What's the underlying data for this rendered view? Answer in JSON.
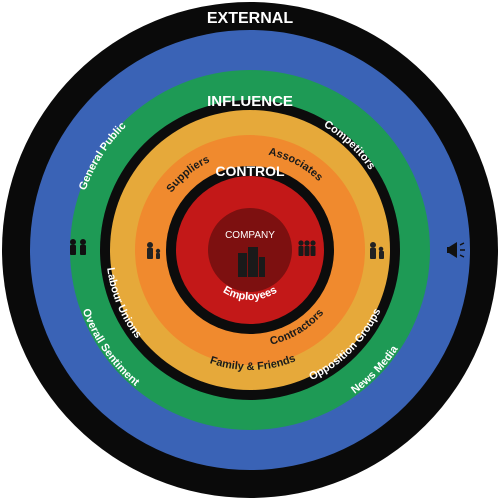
{
  "colors": {
    "external": "#0a0a0a",
    "outer_blue": "#3a63b6",
    "green": "#1e9a55",
    "influence_black": "#0c0c0c",
    "gold": "#e6a93a",
    "orange": "#f08a2e",
    "control_black": "#0c0c0c",
    "red": "#c31818",
    "core": "#7d1010"
  },
  "rings": {
    "external_title": "EXTERNAL",
    "influence_title": "INFLUENCE",
    "control_title": "CONTROL",
    "core_title": "COMPANY"
  },
  "labels": {
    "general_public": "General Public",
    "competitors": "Competitors",
    "labour_unions": "Labour Unions",
    "opposition_groups": "Opposition Groups",
    "overall_sentiment": "Overall Sentiment",
    "news_media": "News Media",
    "suppliers": "Suppliers",
    "associates": "Associates",
    "contractors": "Contractors",
    "family_friends": "Family & Friends",
    "employees": "Employees"
  },
  "icons": [
    "people-group-icon",
    "person-with-family-icon",
    "building-icon",
    "workers-icon",
    "family-icon",
    "megaphone-icon"
  ]
}
